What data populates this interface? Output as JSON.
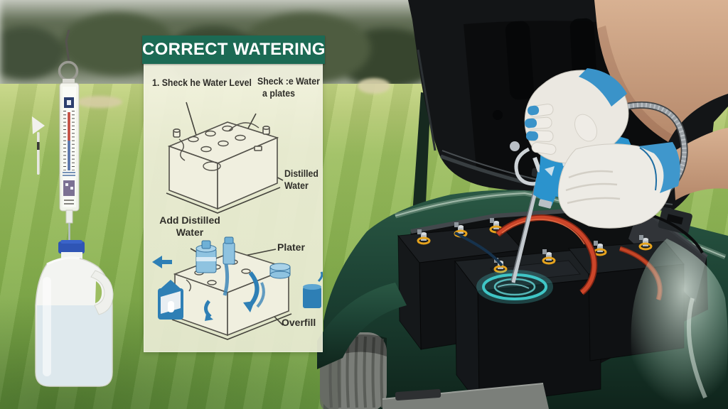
{
  "scene": {
    "description": "Golf-course photo: hands in gloves refill golf cart batteries with a blue watering gun; infographic panel overlay; hanging thermometer and distilled water jug on the left"
  },
  "panel": {
    "title": "CORRECT WATERING",
    "labels": {
      "step1": "1. Sheck he Water Level",
      "step2_line1": "Sheck :e Water",
      "step2_line2": "a plates",
      "distilled_line1": "Distilled",
      "distilled_line2": "Water",
      "add_distilled_line1": "Add Distilled",
      "add_distilled_line2": "Water",
      "plater": "Plater",
      "overfill": "Overfill"
    }
  },
  "colors": {
    "banner_green": "#1c6a54",
    "panel_bg": "#ecedd8",
    "diagram_blue": "#2e7fb5",
    "diagram_blue_light": "#8fc3e0",
    "cart_green": "#1c4133",
    "glove_blue": "#3a93c9",
    "gun_blue": "#2b93cd",
    "terminal_yellow": "#e6a31d",
    "cable_red": "#cc4529",
    "water_ring_teal": "#3fc6c6",
    "grass_green": "#8ab450",
    "jug_cap_blue": "#2f55b5",
    "thermometer_red": "#c24a3d",
    "thermometer_blue": "#5470a8"
  }
}
